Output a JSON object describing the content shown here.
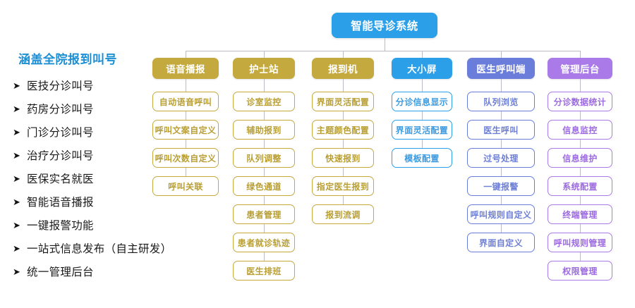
{
  "sidebar": {
    "title": "涵盖全院报到叫号",
    "bullet_glyph": "➤",
    "items": [
      {
        "label": "医技分诊叫号"
      },
      {
        "label": "药房分诊叫号"
      },
      {
        "label": "门诊分诊叫号"
      },
      {
        "label": "治疗分诊叫号"
      },
      {
        "label": "医保实名就医"
      },
      {
        "label": "智能语音播报"
      },
      {
        "label": "一键报警功能"
      },
      {
        "label": "一站式信息发布（自主研发）"
      },
      {
        "label": "统一管理后台"
      }
    ]
  },
  "diagram": {
    "root": {
      "label": "智能导诊系统",
      "color": "#2BA0E8"
    },
    "columns": [
      {
        "header": "语音播报",
        "color": "#C4A93F",
        "text_color": "#B99F33",
        "items": [
          {
            "label": "自动语音呼叫"
          },
          {
            "label": "呼叫文案自定义"
          },
          {
            "label": "呼叫次数自定义"
          },
          {
            "label": "呼叫关联"
          }
        ]
      },
      {
        "header": "护士站",
        "color": "#C4A93F",
        "text_color": "#B99F33",
        "items": [
          {
            "label": "诊室监控"
          },
          {
            "label": "辅助报到"
          },
          {
            "label": "队列调整"
          },
          {
            "label": "绿色通道"
          },
          {
            "label": "患者管理"
          },
          {
            "label": "患者就诊轨迹"
          },
          {
            "label": "医生排班"
          }
        ]
      },
      {
        "header": "报到机",
        "color": "#C4A93F",
        "text_color": "#B99F33",
        "items": [
          {
            "label": "界面灵活配置"
          },
          {
            "label": "主题颜色配置"
          },
          {
            "label": "快速报到"
          },
          {
            "label": "指定医生报到"
          },
          {
            "label": "报到流调"
          }
        ]
      },
      {
        "header": "大小屏",
        "color": "#2BA0E8",
        "text_color": "#3D9BE0",
        "items": [
          {
            "label": "分诊信息显示"
          },
          {
            "label": "界面灵活配置"
          },
          {
            "label": "模板配置"
          }
        ]
      },
      {
        "header": "医生呼叫端",
        "color": "#6B7DDB",
        "text_color": "#6E7FD6",
        "items": [
          {
            "label": "队列浏览"
          },
          {
            "label": "医生呼叫"
          },
          {
            "label": "过号处理"
          },
          {
            "label": "一键报警"
          },
          {
            "label": "呼叫规则自定义"
          },
          {
            "label": "界面自定义"
          }
        ]
      },
      {
        "header": "管理后台",
        "color": "#A97AE8",
        "text_color": "#9C6BE0",
        "items": [
          {
            "label": "分诊数据统计"
          },
          {
            "label": "信息监控"
          },
          {
            "label": "信息维护"
          },
          {
            "label": "系统配置"
          },
          {
            "label": "终端管理"
          },
          {
            "label": "呼叫规则管理"
          },
          {
            "label": "权限管理"
          }
        ]
      }
    ]
  }
}
